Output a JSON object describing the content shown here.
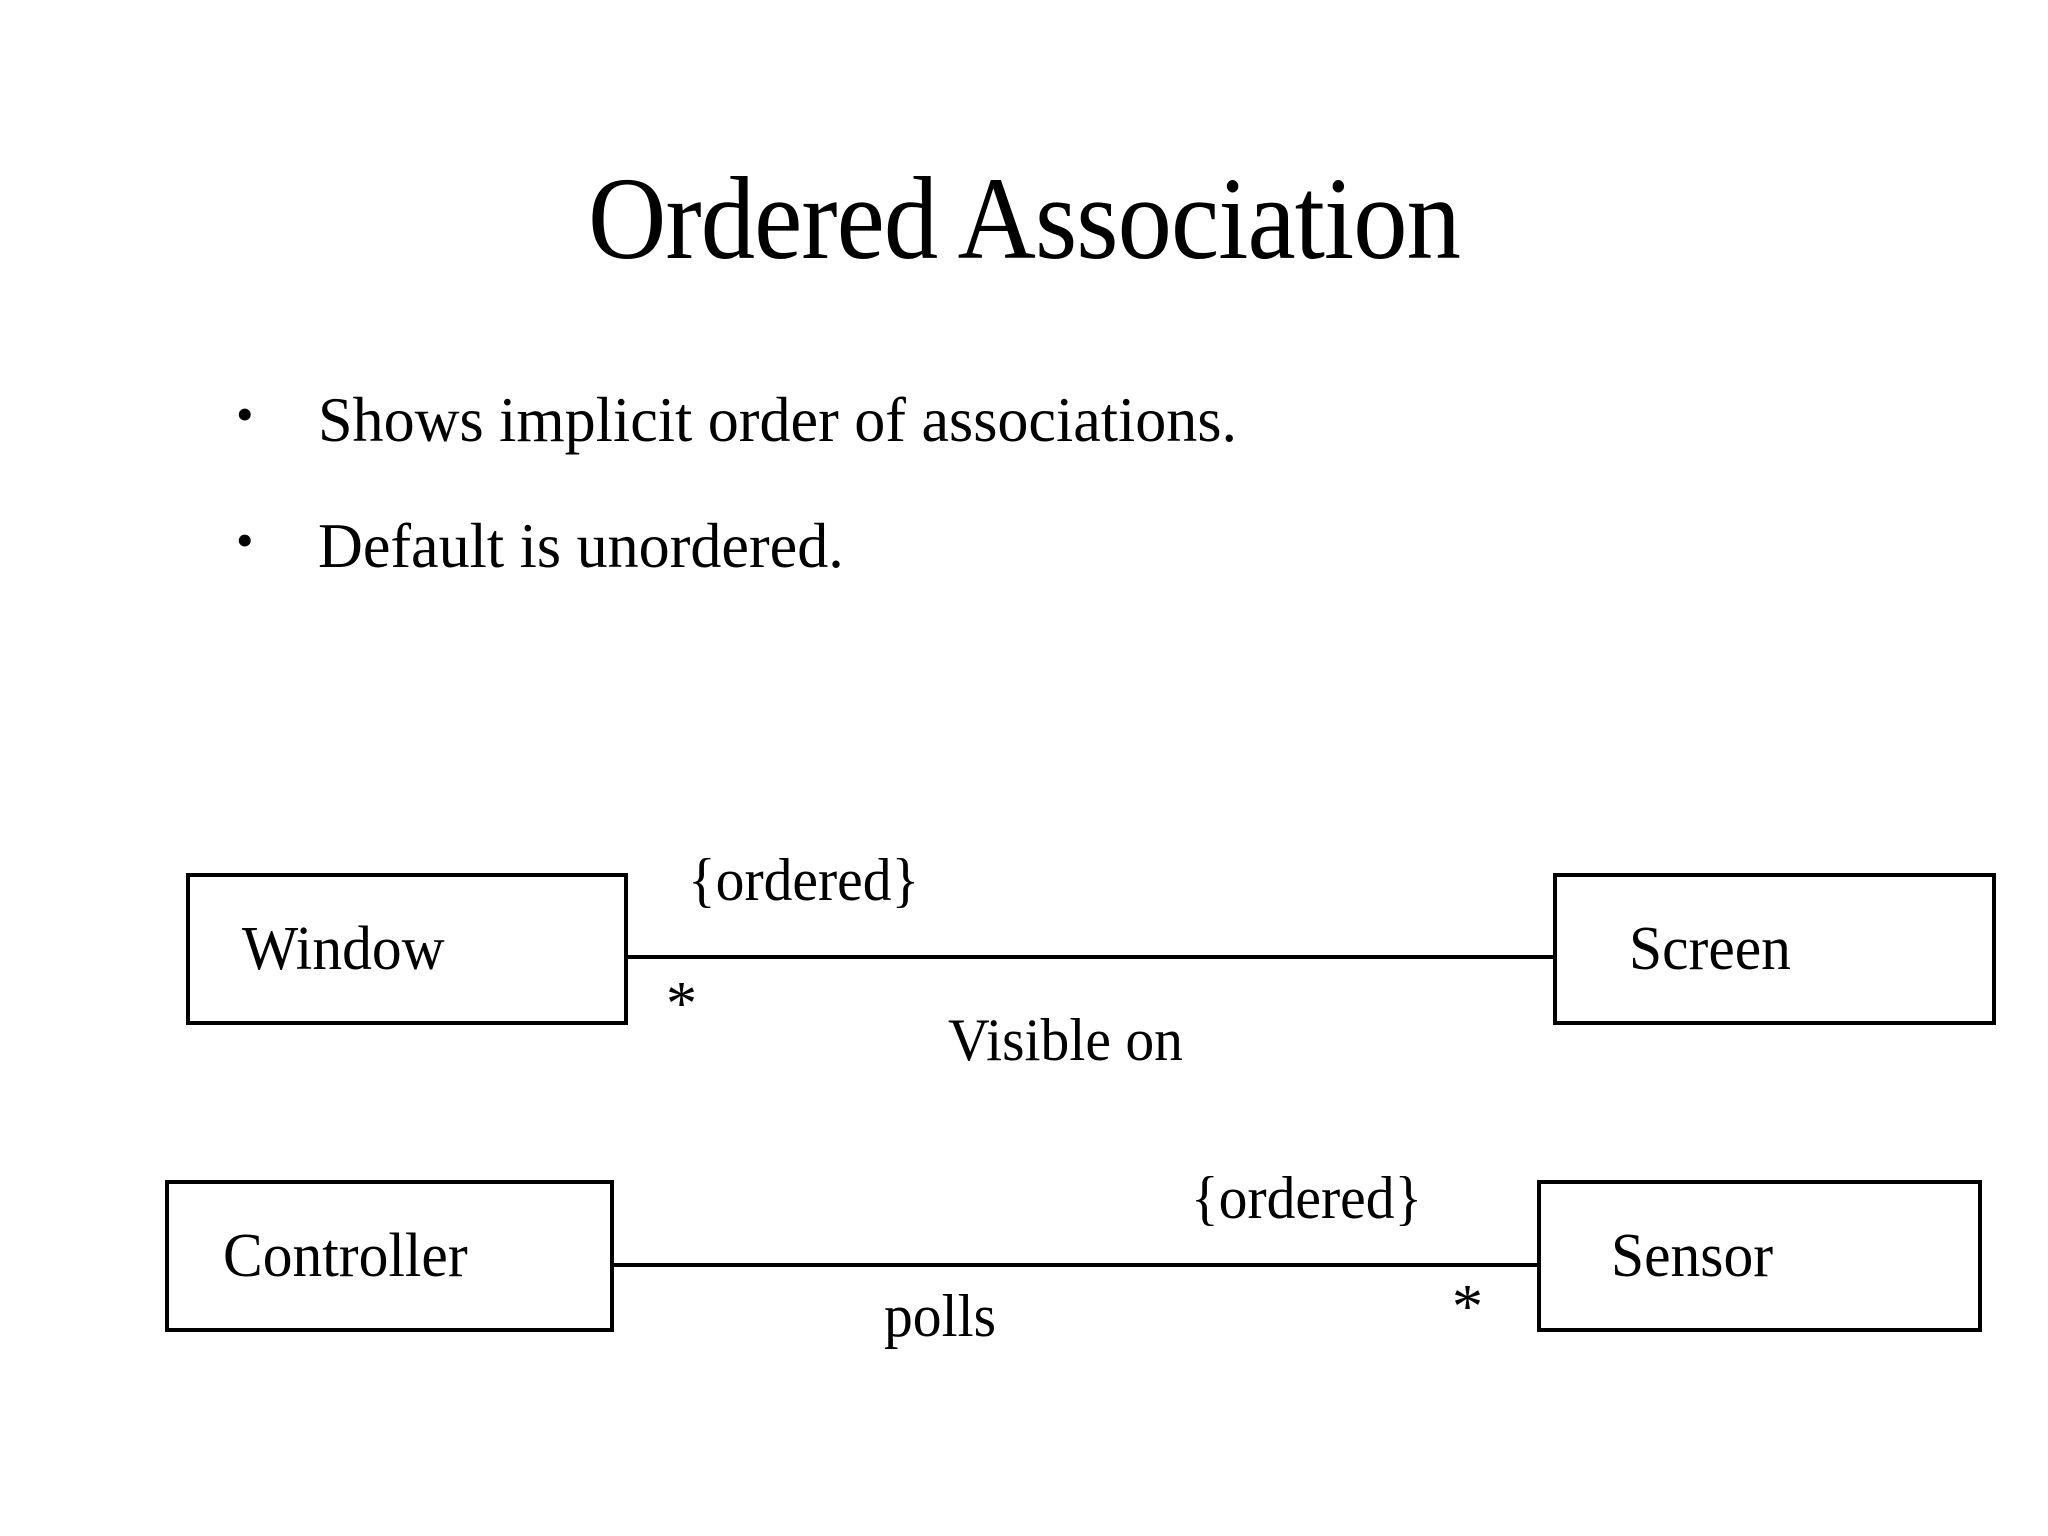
{
  "slide": {
    "title": "Ordered Association",
    "background_color": "#ffffff",
    "text_color": "#000000"
  },
  "bullets": [
    {
      "marker": "•",
      "text": "Shows implicit order of associations."
    },
    {
      "marker": "•",
      "text": "Default is unordered."
    }
  ],
  "diagrams": [
    {
      "id": "window-screen",
      "left_class": "Window",
      "right_class": "Screen",
      "association_name": "Visible on",
      "constraint": "{ordered}",
      "left_multiplicity": "*",
      "right_multiplicity": ""
    },
    {
      "id": "controller-sensor",
      "left_class": "Controller",
      "right_class": "Sensor",
      "association_name": "polls",
      "constraint": "{ordered}",
      "left_multiplicity": "",
      "right_multiplicity": "*"
    }
  ]
}
